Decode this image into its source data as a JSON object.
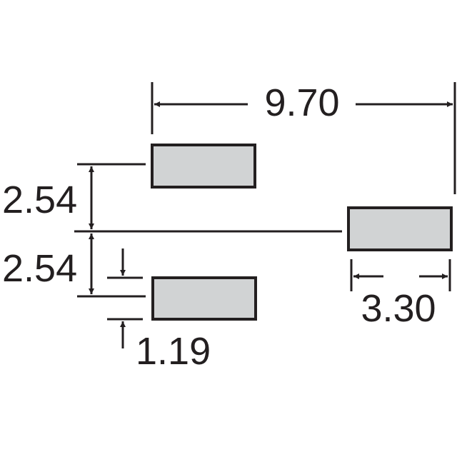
{
  "diagram": {
    "colors": {
      "line": "#231f20",
      "pad_fill": "#d1d3d4",
      "pad_stroke": "#231f20",
      "background": "#ffffff"
    },
    "dimensions": {
      "overall_width": "9.70",
      "pitch_upper": "2.54",
      "pitch_lower": "2.54",
      "pad_width": "1.19",
      "pad_length": "3.30"
    }
  }
}
